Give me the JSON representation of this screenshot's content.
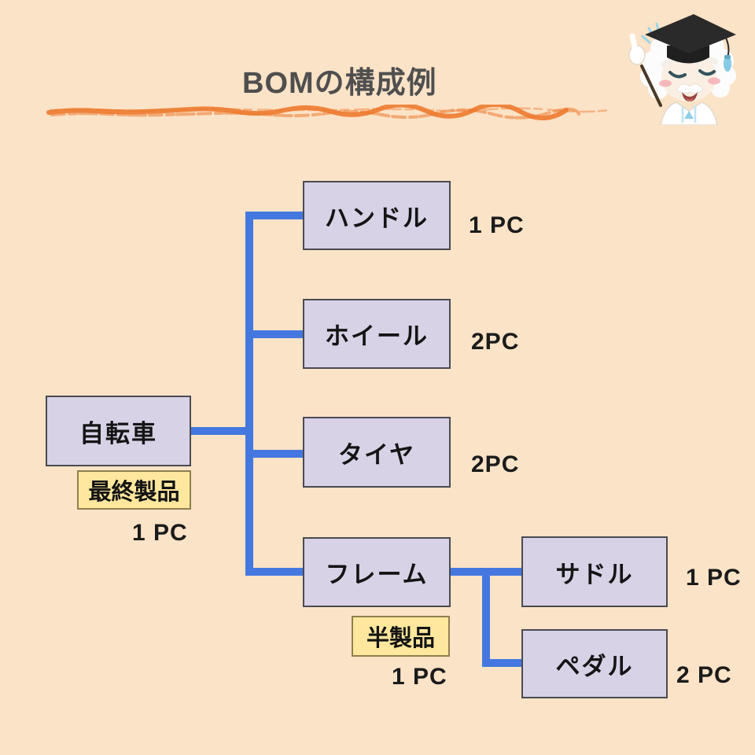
{
  "title": "BOMの構成例",
  "theme": {
    "bg": "#FBE3C7",
    "node-fill": "#D7D2E6",
    "node-border": "#4A4A52",
    "tag-fill": "#FFE79D",
    "tag-border": "#8F7F4E",
    "line": "#4478E0",
    "title-color": "#4F4F4F",
    "underline": "#ED7A2F",
    "text": "#1B1B1B"
  },
  "illustration": "professor-character-with-graduation-cap-and-pointer",
  "diagram": {
    "root": {
      "id": "bicycle",
      "label": "自転車",
      "tag": "最終製品",
      "qty": "1 PC",
      "children": [
        {
          "id": "handle",
          "label": "ハンドル",
          "qty": "1 PC",
          "children": []
        },
        {
          "id": "wheel",
          "label": "ホイール",
          "qty": "2PC",
          "children": []
        },
        {
          "id": "tire",
          "label": "タイヤ",
          "qty": "2PC",
          "children": []
        },
        {
          "id": "frame",
          "label": "フレーム",
          "tag": "半製品",
          "qty": "1 PC",
          "children": [
            {
              "id": "saddle",
              "label": "サドル",
              "qty": "1 PC",
              "children": []
            },
            {
              "id": "pedal",
              "label": "ペダル",
              "qty": "2 PC",
              "children": []
            }
          ]
        }
      ]
    }
  }
}
